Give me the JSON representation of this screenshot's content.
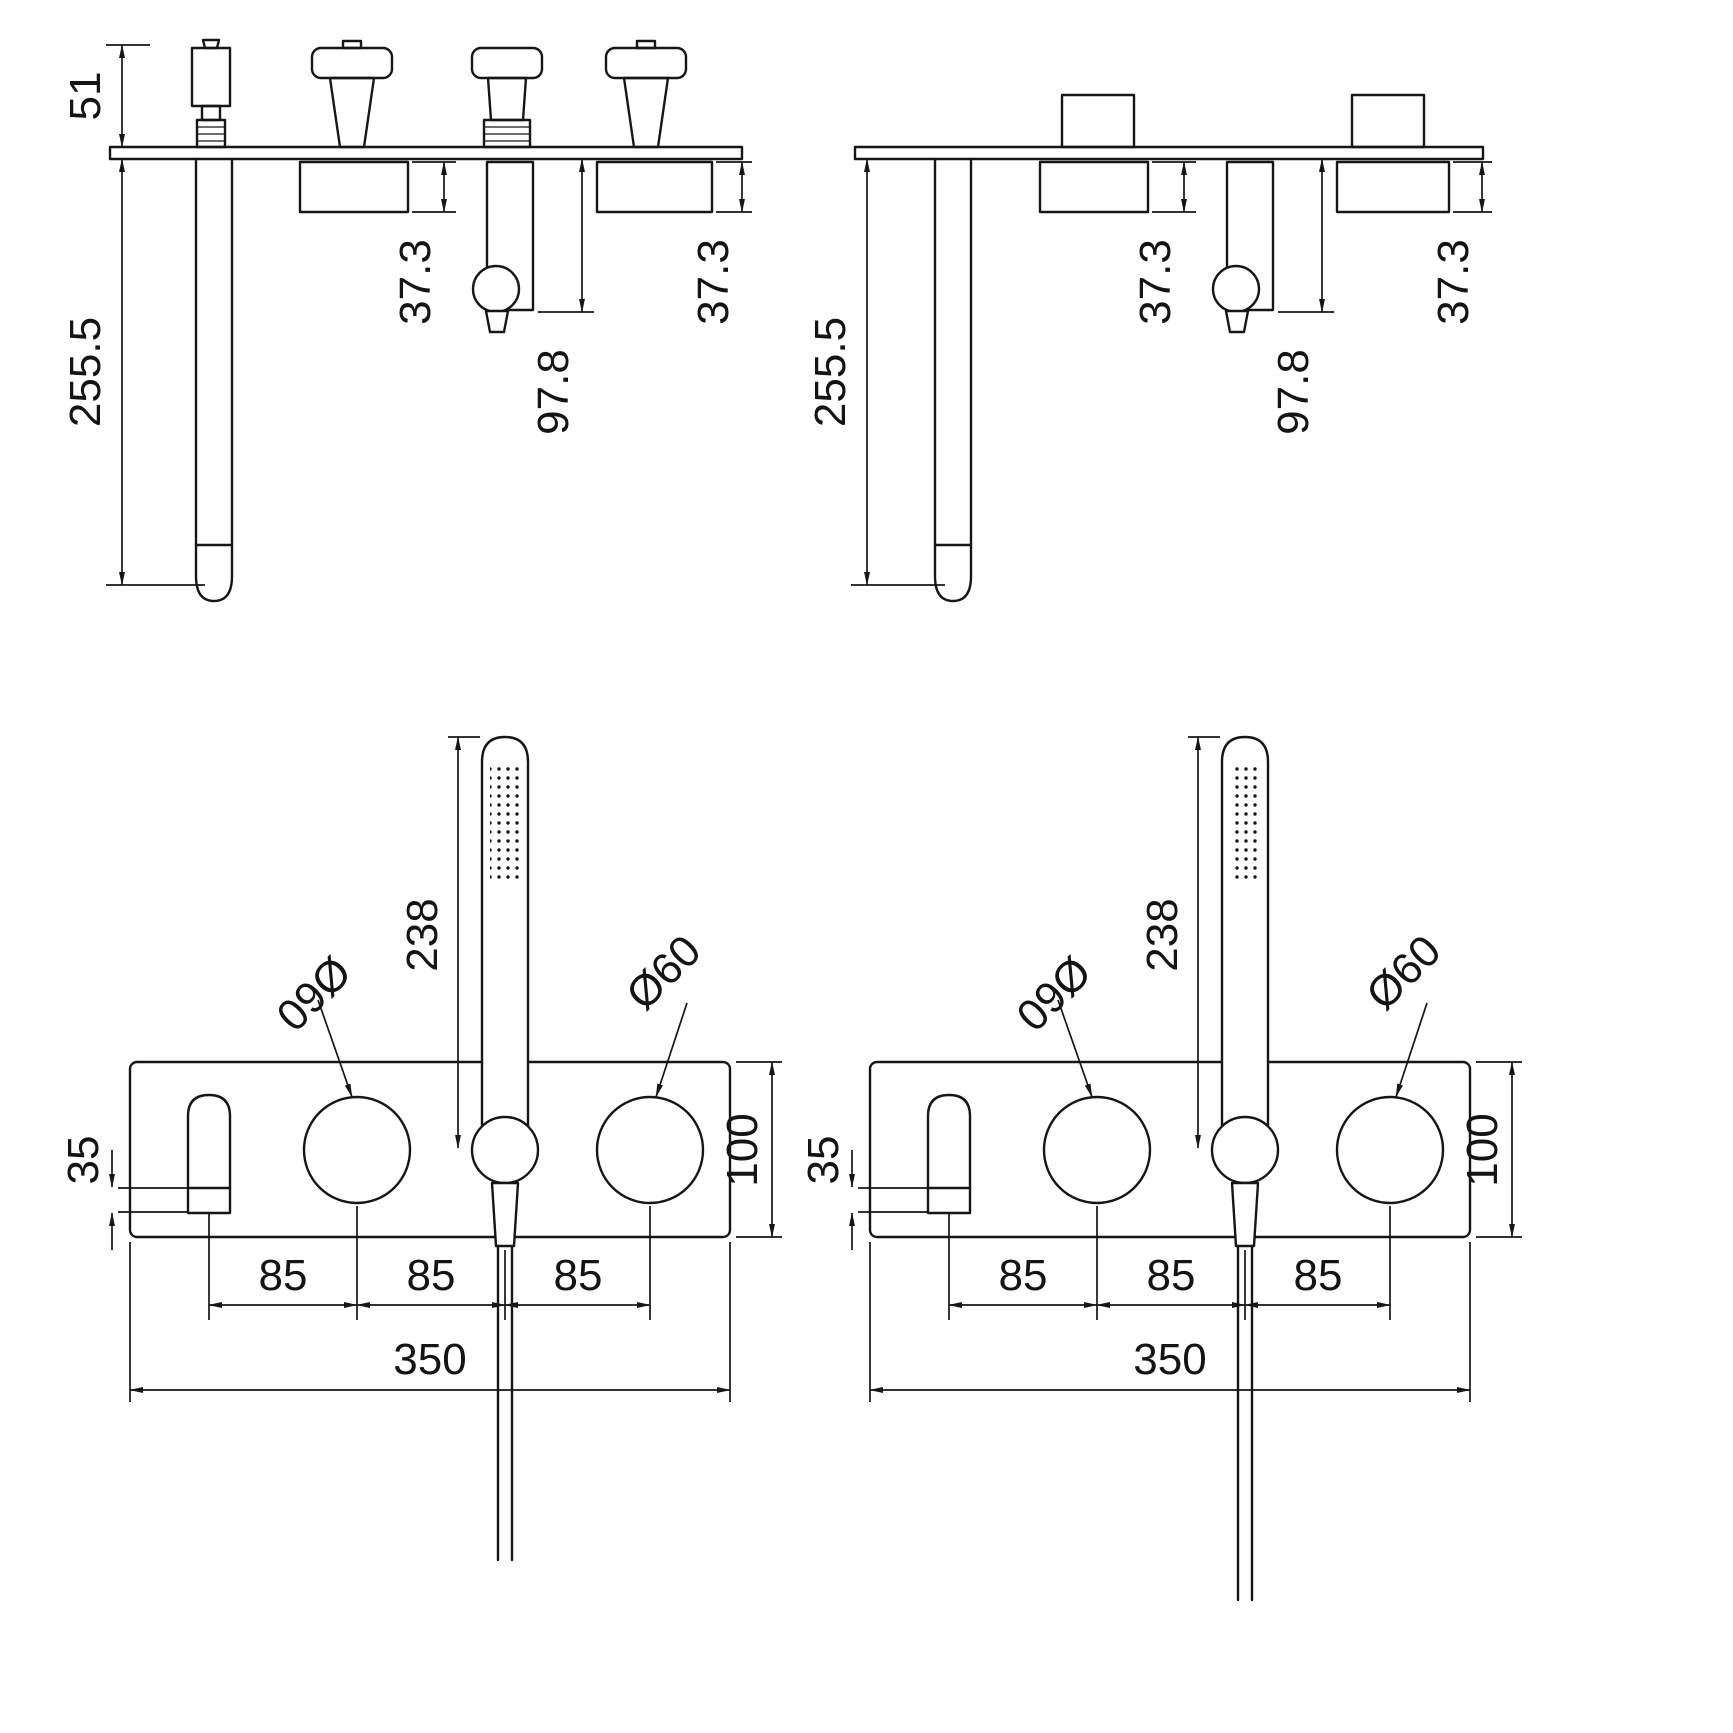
{
  "drawing": {
    "type": "technical-dimension-drawing",
    "subject": "wall-mounted bath mixer with hand shower, two variants, side and front views",
    "colors": {
      "line": "#161616",
      "background": "#ffffff"
    },
    "views": {
      "top_left": {
        "dim_51": "51",
        "dim_255_5": "255.5",
        "dim_37_3_a": "37.3",
        "dim_97_8": "97.8",
        "dim_37_3_b": "37.3"
      },
      "top_right": {
        "dim_255_5": "255.5",
        "dim_37_3_a": "37.3",
        "dim_97_8": "97.8",
        "dim_37_3_b": "37.3"
      },
      "bottom_left": {
        "dim_238": "238",
        "dia_left": "Ø60",
        "dia_right": "Ø60",
        "dim_35": "35",
        "dim_100": "100",
        "dim_85_a": "85",
        "dim_85_b": "85",
        "dim_85_c": "85",
        "dim_350": "350"
      },
      "bottom_right": {
        "dim_238": "238",
        "dia_left": "Ø60",
        "dia_right": "Ø60",
        "dim_35": "35",
        "dim_100": "100",
        "dim_85_a": "85",
        "dim_85_b": "85",
        "dim_85_c": "85",
        "dim_350": "350"
      }
    }
  }
}
